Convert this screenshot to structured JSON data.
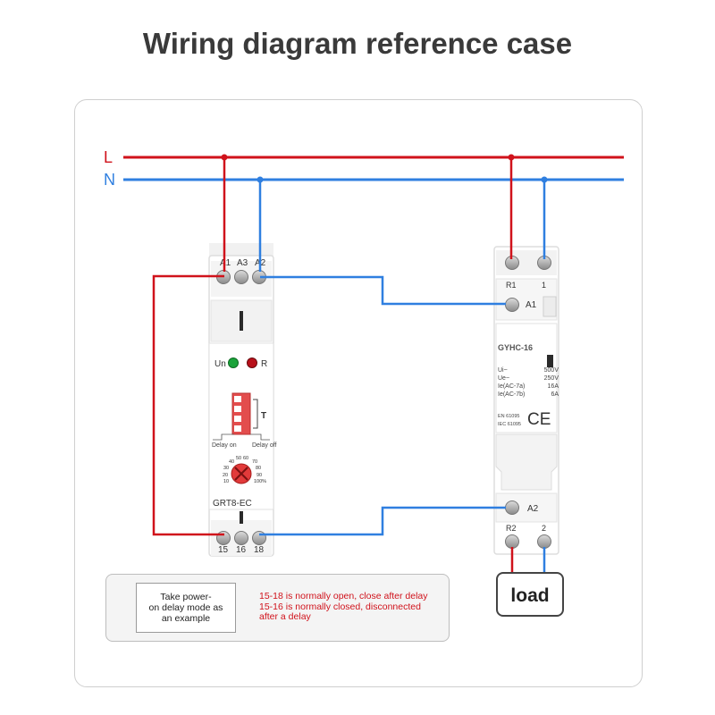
{
  "title": "Wiring diagram reference case",
  "lines": {
    "live": "L",
    "neutral": "N"
  },
  "colors": {
    "live": "#d0121b",
    "neutral": "#2f7fe0",
    "text": "#3a3a3a"
  },
  "timer": {
    "model": "GRT8-EC",
    "top_terminals": [
      "A1",
      "A3",
      "A2"
    ],
    "bottom_terminals": [
      "15",
      "16",
      "18"
    ],
    "led_power": "Un",
    "led_relay": "R",
    "dip_label": "T",
    "delay_on": "Delay on",
    "delay_off": "Delay off",
    "dial_scale": [
      "10",
      "20",
      "30",
      "40",
      "50",
      "60",
      "70",
      "80",
      "90",
      "100%"
    ]
  },
  "contactor": {
    "model": "GYHC-16",
    "top_terminals": [
      "R1",
      "1"
    ],
    "coil_top": "A1",
    "coil_bottom": "A2",
    "bottom_terminals": [
      "R2",
      "2"
    ],
    "spec_labels": [
      "Ui~",
      "Ue~",
      "Ie(AC-7a)",
      "Ie(AC-7b)"
    ],
    "spec_values": [
      "500V",
      "250V",
      "16A",
      "6A"
    ],
    "standards": [
      "EN 61095",
      "IEC 61095"
    ],
    "mark": "CE"
  },
  "note": {
    "box_text": [
      "Take power-",
      "on delay mode as",
      "an example"
    ],
    "red_lines": [
      "15-18 is normally open, close after delay",
      "15-16 is normally closed, disconnected",
      "after a delay"
    ]
  },
  "load": "load"
}
